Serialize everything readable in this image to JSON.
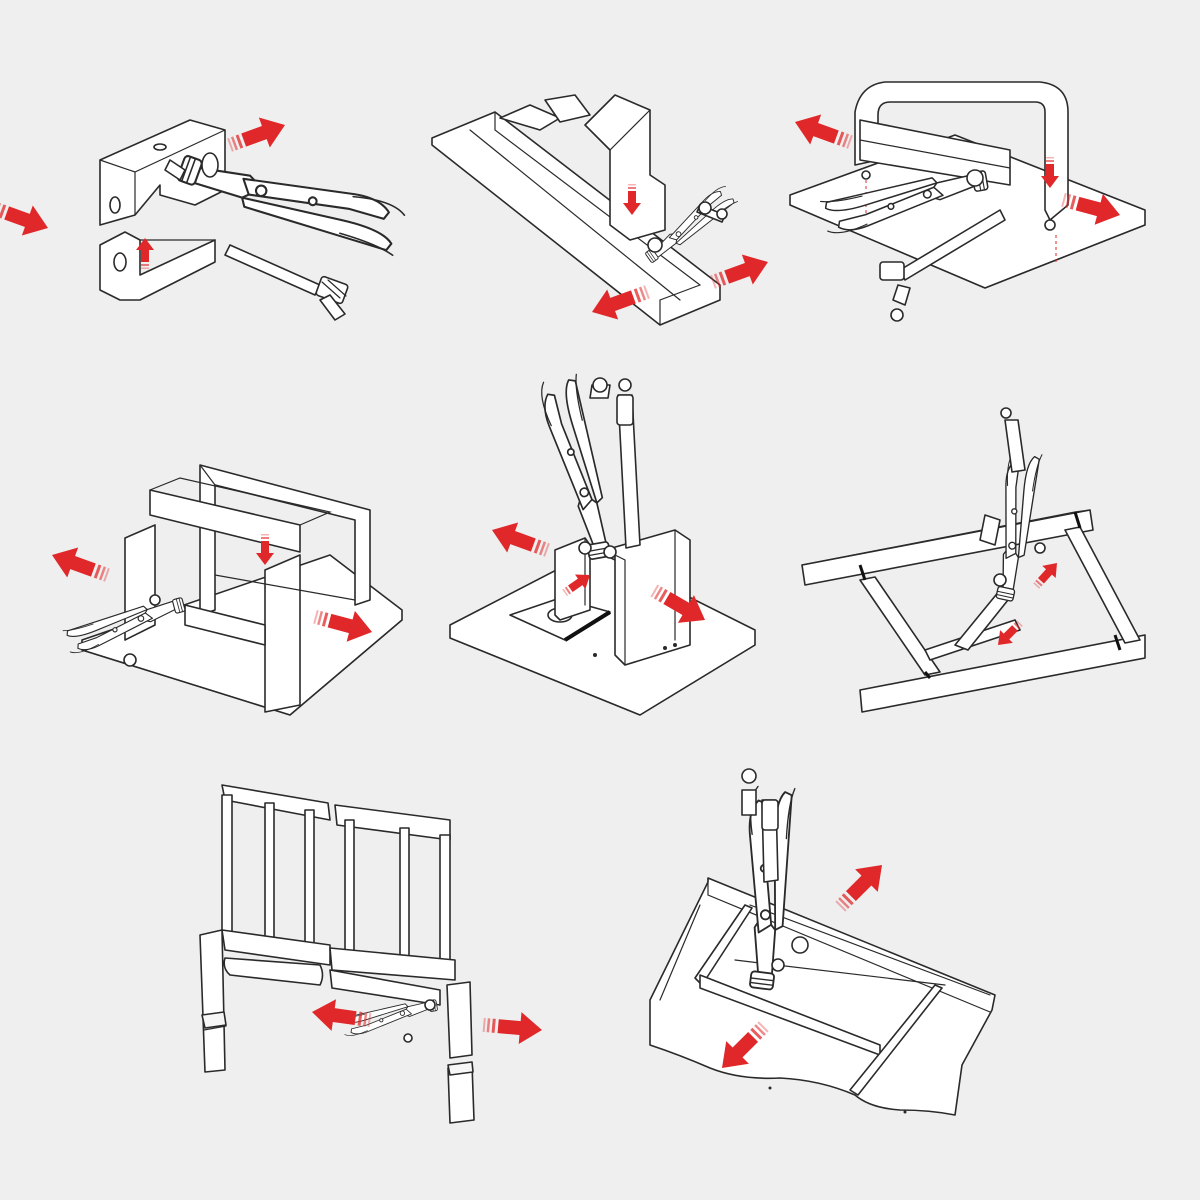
{
  "figure": {
    "panel_count": 8,
    "arrow_color": "#e0282a",
    "line_color": "#2a2a2a",
    "background": "#efefef",
    "panels": [
      {
        "icon": "locking-clamp-icon",
        "workpiece": "bent-metal-brackets",
        "arrows": [
          "left",
          "right",
          "up"
        ]
      },
      {
        "icon": "locking-clamp-icon",
        "workpiece": "channel-rail-with-block",
        "arrows": [
          "down",
          "left",
          "right"
        ]
      },
      {
        "icon": "locking-clamp-icon",
        "workpiece": "u-bar-on-plate",
        "arrows": [
          "left",
          "right",
          "down"
        ]
      },
      {
        "icon": "locking-clamp-icon",
        "workpiece": "box-frame-on-plate",
        "arrows": [
          "left",
          "right",
          "down"
        ]
      },
      {
        "icon": "locking-clamp-icon",
        "workpiece": "angle-brackets-on-plate",
        "arrows": [
          "left",
          "right",
          "diagonal"
        ]
      },
      {
        "icon": "locking-clamp-icon",
        "workpiece": "tube-frame",
        "arrows": [
          "up",
          "down"
        ]
      },
      {
        "icon": "locking-clamp-icon",
        "workpiece": "fence-panels-and-posts",
        "arrows": [
          "left",
          "right"
        ]
      },
      {
        "icon": "locking-clamp-icon",
        "workpiece": "stone-slab-box",
        "arrows": [
          "up",
          "down"
        ]
      }
    ]
  }
}
